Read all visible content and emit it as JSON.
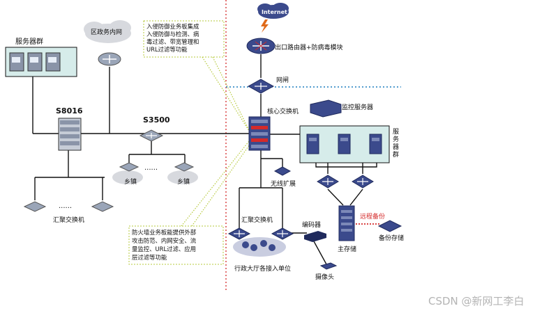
{
  "labels": {
    "internet": "Internet",
    "district_gov_network": "区政务内网",
    "server_group_left": "服务器群",
    "s8016": "S8016",
    "s3500": "S3500",
    "township_1": "乡镇",
    "township_2": "乡镇",
    "aggregation_switch_left": "汇聚交换机",
    "egress_router": "出口路由器+防病毒模块",
    "gateway": "网闸",
    "core_switch": "核心交换机",
    "monitor_server": "监控服务器",
    "server_group_right": "服务器群",
    "wireless_ext": "无线扩展",
    "aggregation_switch_right": "汇聚交换机",
    "encoder": "编码器",
    "camera": "摄像头",
    "admin_hall": "行政大厅各接入单位",
    "main_storage": "主存储",
    "remote_backup": "远程备份",
    "backup_storage": "备份存储",
    "watermark": "CSDN @新网工李白"
  },
  "notes": {
    "ips_note": [
      "入侵防御业务板集成",
      "入侵防御与检测、病",
      "毒过滤、带宽管理和",
      "URL过滤等功能"
    ],
    "fw_note": [
      "防火墙业务板能提供外部",
      "攻击防范、内网安全、流",
      "量监控、URL过滤、应用",
      "层过滤等功能"
    ]
  },
  "colors": {
    "device_blue": "#3b4a8c",
    "device_light": "#9aa5b8",
    "server_panel": "#d6ecea",
    "red_divider": "#d42a2a",
    "blue_dotted": "#3a8fc8",
    "note_border": "#b6c93a",
    "cloud": "#d7d9de",
    "backup_red": "#d42a2a"
  }
}
